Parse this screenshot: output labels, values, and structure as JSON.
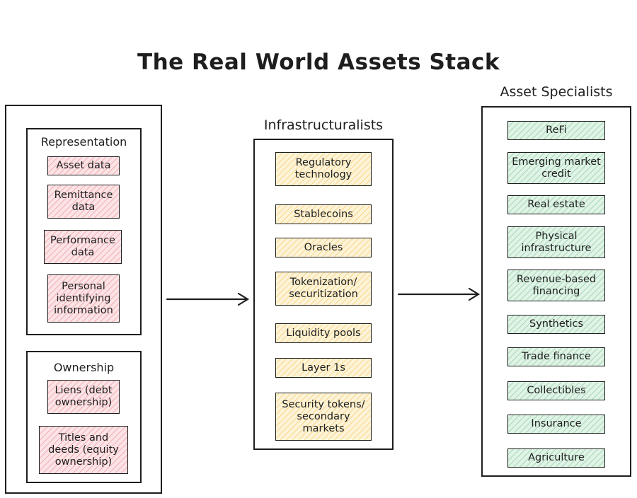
{
  "title": "The Real World Assets Stack",
  "left": {
    "representation": {
      "heading": "Representation",
      "items": [
        "Asset data",
        "Remittance\ndata",
        "Performance\ndata",
        "Personal\nidentifying\ninformation"
      ]
    },
    "ownership": {
      "heading": "Ownership",
      "items": [
        "Liens (debt\nownership)",
        "Titles and\ndeeds (equity\nownership)"
      ]
    }
  },
  "middle": {
    "heading": "Infrastructuralists",
    "items": [
      "Regulatory\ntechnology",
      "Stablecoins",
      "Oracles",
      "Tokenization/\nsecuritization",
      "Liquidity pools",
      "Layer 1s",
      "Security tokens/\nsecondary\nmarkets"
    ]
  },
  "right": {
    "heading": "Asset Specialists",
    "items": [
      "ReFi",
      "Emerging market\ncredit",
      "Real estate",
      "Physical\ninfrastructure",
      "Revenue-based\nfinancing",
      "Synthetics",
      "Trade finance",
      "Collectibles",
      "Insurance",
      "Agriculture"
    ]
  },
  "colors": {
    "representation_fill": "#fbe3e6",
    "infrastructure_fill": "#fdf3d6",
    "specialist_fill": "#dff3e6",
    "stroke": "#1e1e1e"
  }
}
